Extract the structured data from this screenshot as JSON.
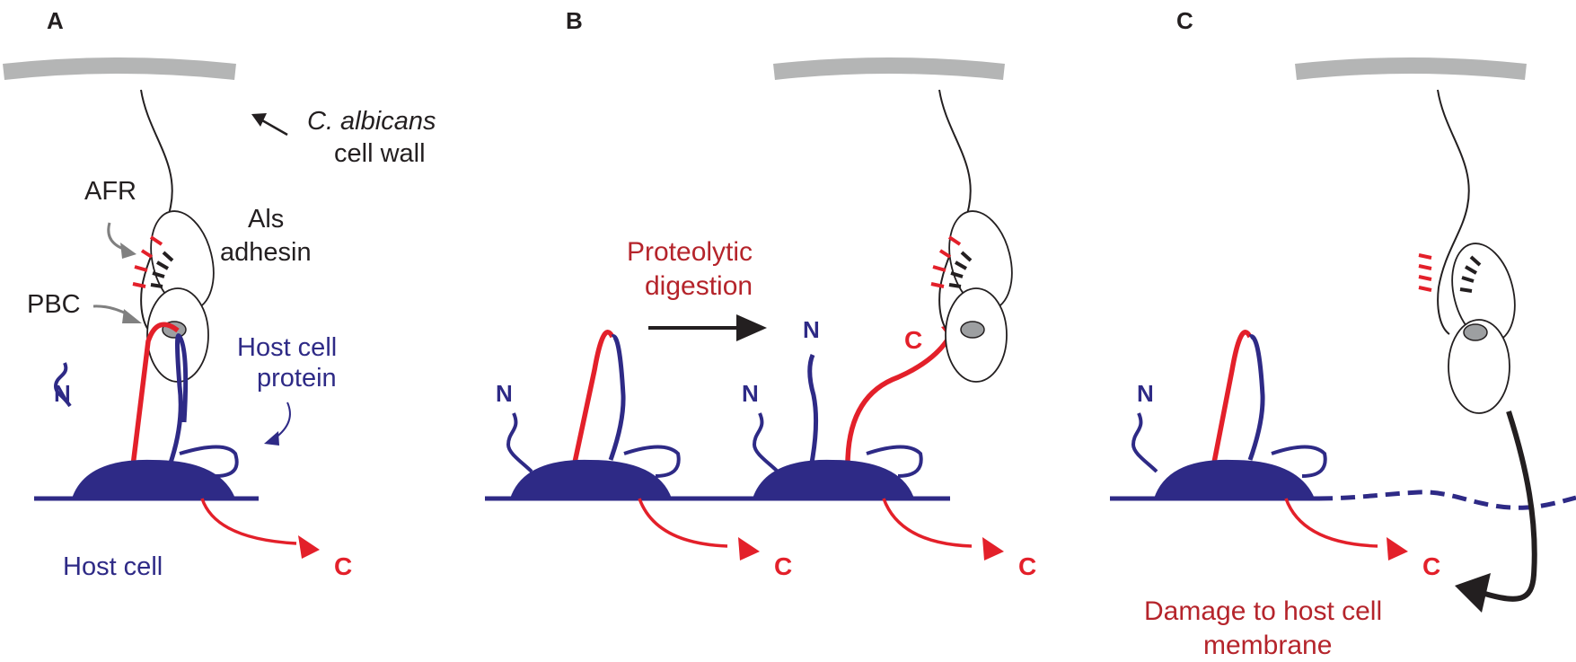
{
  "panels": {
    "a": {
      "letter": "A",
      "cell_wall_label_line1": "C. albicans",
      "cell_wall_label_line2": "cell wall",
      "afr_label": "AFR",
      "pbc_label": "PBC",
      "adhesin_label_line1": "Als",
      "adhesin_label_line2": "adhesin",
      "host_protein_label_line1": "Host cell",
      "host_protein_label_line2": "protein",
      "host_cell_label": "Host cell",
      "n_terminus": "N",
      "c_terminus": "C"
    },
    "b": {
      "letter": "B",
      "process_label_line1": "Proteolytic",
      "process_label_line2": "digestion",
      "n_terminus_left": "N",
      "n_terminus_right_a": "N",
      "n_terminus_right_b": "N",
      "c_terminus_bound": "C",
      "c_terminus_left": "C",
      "c_terminus_right": "C"
    },
    "c": {
      "letter": "C",
      "n_terminus": "N",
      "c_terminus": "C",
      "damage_label_line1": "Damage to host cell",
      "damage_label_line2": "membrane"
    }
  },
  "colors": {
    "host_blue": "#2e2a86",
    "red": "#e3202a",
    "dark_red": "#b5242b",
    "gray": "#b4b5b5",
    "black": "#231f20"
  }
}
